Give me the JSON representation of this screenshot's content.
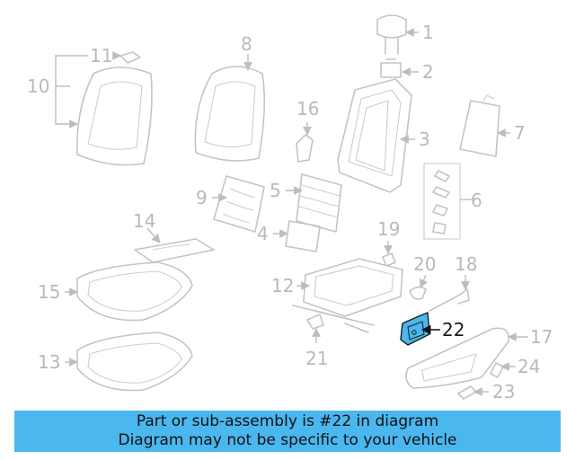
{
  "diagram": {
    "callouts": [
      "1",
      "2",
      "3",
      "4",
      "5",
      "6",
      "7",
      "8",
      "9",
      "10",
      "11",
      "12",
      "13",
      "14",
      "15",
      "16",
      "17",
      "18",
      "19",
      "20",
      "21",
      "22",
      "23",
      "24"
    ],
    "highlighted_callout": "22",
    "highlight_color": "#4bb7ef"
  },
  "banner": {
    "line1": "Part or sub-assembly is #22 in diagram",
    "line2": "Diagram may not be specific to your vehicle",
    "background": "#4bb7ef"
  }
}
